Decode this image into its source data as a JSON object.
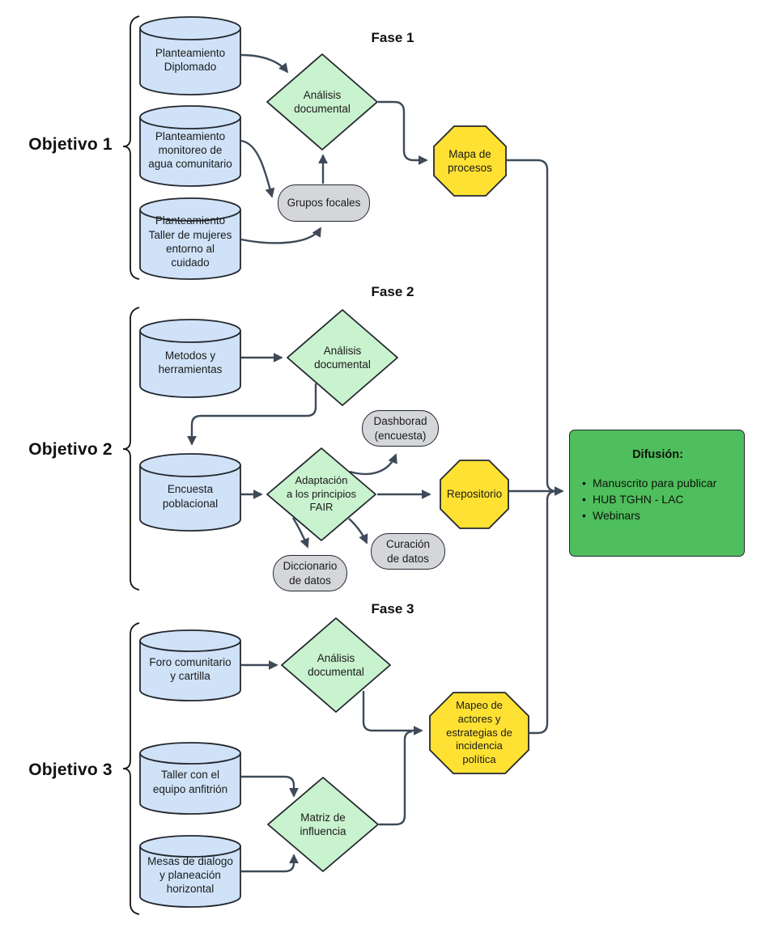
{
  "labels": {
    "objetivo1": "Objetivo 1",
    "objetivo2": "Objetivo 2",
    "objetivo3": "Objetivo 3",
    "fase1": "Fase 1",
    "fase2": "Fase 2",
    "fase3": "Fase 3"
  },
  "nodes": {
    "planteamiento_diplomado": "Planteamiento\nDiplomado",
    "planteamiento_monitoreo": "Planteamiento\nmonitoreo de\nagua comunitario",
    "planteamiento_taller": "Planteamiento\nTaller de mujeres\nentorno al\ncuidado",
    "analisis_documental_f1": "Análisis\ndocumental",
    "grupos_focales": "Grupos focales",
    "mapa_de_procesos": "Mapa de\nprocesos",
    "metodos_y_herramientas": "Metodos y\nherramientas",
    "analisis_documental_f2": "Análisis\ndocumental",
    "encuesta_poblacional": "Encuesta\npoblacional",
    "adaptacion_fair": "Adaptación\na los principios\nFAIR",
    "dashborad_encuesta": "Dashborad\n(encuesta)",
    "curacion_de_datos": "Curación\nde datos",
    "diccionario_de_datos": "Diccionario\nde datos",
    "repositorio": "Repositorio",
    "foro_comunitario": "Foro comunitario\ny cartilla",
    "analisis_documental_f3": "Análisis\ndocumental",
    "taller_equipo_anfitrion": "Taller con el\nequipo anfitrión",
    "matriz_de_influencia": "Matriz de\ninfluencia",
    "mesas_de_dialogo": "Mesas de dialogo\ny planeación\nhorizontal",
    "mapeo_de_actores": "Mapeo de\nactores y\nestrategias de\nincidencia\npolítica"
  },
  "difusion": {
    "title": "Difusión:",
    "bullets": [
      "Manuscrito para publicar",
      "HUB TGHN - LAC",
      "Webinars"
    ]
  },
  "colors": {
    "cylinder_fill": "#cfe2f7",
    "diamond_fill": "#c9f2ce",
    "octagon_fill": "#ffe133",
    "pill_fill": "#d4d6d9",
    "difusion_fill": "#4fbe5c",
    "connector": "#3e4a59",
    "outline": "#23272e"
  }
}
